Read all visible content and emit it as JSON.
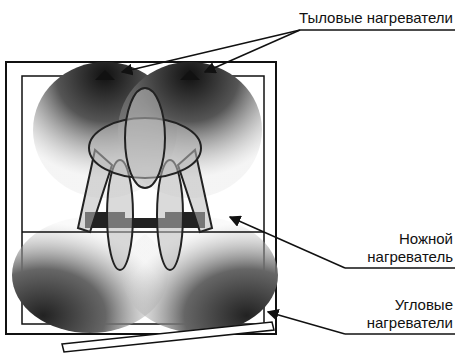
{
  "diagram": {
    "labels": [
      "Тыловые нагреватели",
      "Ножной нагреватель",
      "Угловые нагреватели"
    ]
  }
}
